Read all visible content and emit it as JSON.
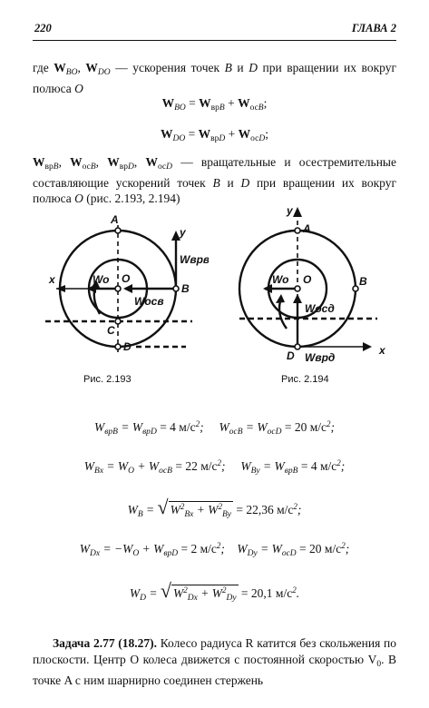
{
  "header": {
    "page_number": "220",
    "chapter": "ГЛАВА 2"
  },
  "intro": {
    "prefix": "где ",
    "vars": "W",
    "rest": " — ускорения точек B и D при вращении их вокруг полюса O"
  },
  "equations": {
    "eq1": "W_BO = W_врB + W_осB;",
    "eq2": "W_DO = W_врD + W_осD;"
  },
  "desc": {
    "rest": " — вращательные и осестремительные составляющие ускорений точек B и D при вращении их вокруг полюса O (рис. 2.193, 2.194)"
  },
  "figures": [
    {
      "caption": "Рис. 2.193",
      "labels": {
        "A": "A",
        "B": "B",
        "C": "C",
        "D": "D",
        "O": "O",
        "y": "y",
        "x": "x",
        "Wo": "Wo",
        "Wosb": "Wосв",
        "Wvrb": "Wврв"
      }
    },
    {
      "caption": "Рис. 2.194",
      "labels": {
        "A": "A",
        "B": "B",
        "D": "D",
        "O": "O",
        "y": "y",
        "x": "x",
        "Wo": "Wo",
        "Wosd": "Wосд",
        "Wvrd": "Wврд"
      }
    }
  ],
  "results": {
    "r1_val": "= 4  м/с",
    "r1b_val": "= 20 м/с",
    "r2_val": "= 22 м/с",
    "r2b_val": "= 4 м/с",
    "r3_val": "= 22,36 м/с",
    "r4_val": "= 2 м/с",
    "r4b_val": "= 20 м/с",
    "r5_val": "= 20,1 м/с"
  },
  "task": {
    "title": "Задача 2.77 (18.27).",
    "text": " Колесо радиуса R катится без скольжения по плоскости. Центр O колеса движется с постоянной скоростью V",
    "text2": ". В точке A с ним шарнирно соединен стержень"
  }
}
